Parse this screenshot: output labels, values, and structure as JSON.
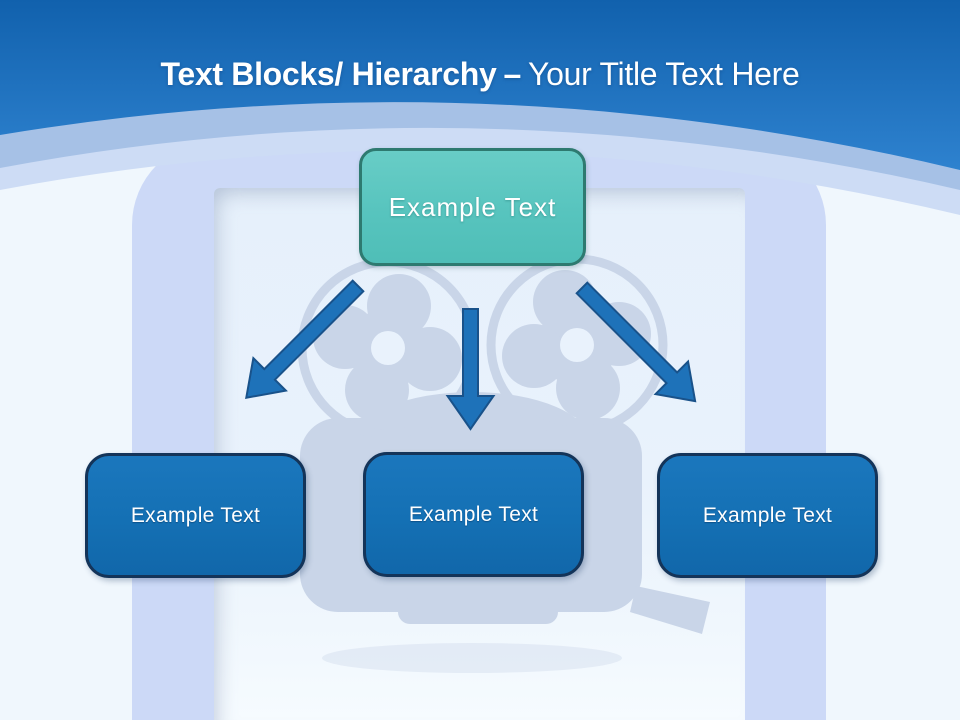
{
  "slide": {
    "title": {
      "bold": "Text Blocks/ Hierarchy",
      "dash": "–",
      "regular": "Your Title Text Here"
    },
    "hierarchy": {
      "root": {
        "label": "Example Text"
      },
      "children": [
        {
          "label": "Example Text"
        },
        {
          "label": "Example Text"
        },
        {
          "label": "Example Text"
        }
      ]
    },
    "watermark": "film-projector",
    "colors": {
      "page_bg": "#f0f7fd",
      "header_top": "#1161ad",
      "header_bottom": "#2e82cf",
      "band_medium": "#a6c1e6",
      "band_light": "#cddcf5",
      "panel": "#ccd9f7",
      "inner_panel": "#e9f2fc",
      "root_fill": "#57c4be",
      "root_border": "#2e7a70",
      "child_fill": "#1470b4",
      "child_border": "#143459",
      "arrow_fill": "#1e72b9",
      "arrow_stroke": "#19528a",
      "watermark": "#c9d5e8",
      "title_text": "#ffffff"
    }
  }
}
